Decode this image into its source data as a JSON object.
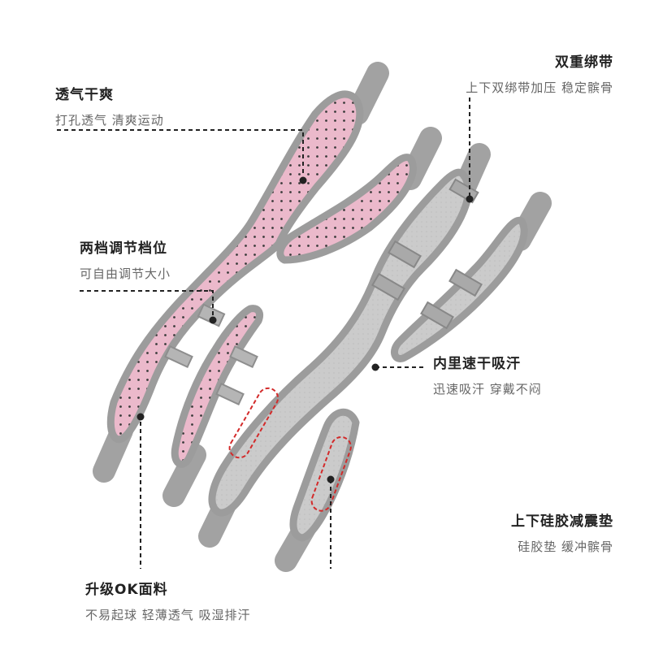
{
  "callouts": {
    "breathable": {
      "title": "透气干爽",
      "subtitle": "打孔透气 清爽运动"
    },
    "two_level": {
      "title": "两档调节档位",
      "subtitle": "可自由调节大小"
    },
    "upgrade_fabric": {
      "title": "升级OK面料",
      "subtitle": "不易起球 轻薄透气 吸湿排汗"
    },
    "double_strap": {
      "title": "双重绑带",
      "subtitle": "上下双绑带加压 稳定髌骨"
    },
    "quick_dry": {
      "title": "内里速干吸汗",
      "subtitle": "迅速吸汗 穿戴不闷"
    },
    "silicone_pad": {
      "title": "上下硅胶减震垫",
      "subtitle": "硅胶垫 缓冲髌骨"
    }
  },
  "colors": {
    "pink_fabric": "#eab7c9",
    "gray_fabric": "#c9c9c9",
    "trim": "#9c9c9c",
    "strap": "#9a9a9a",
    "pad_outline": "#d32a2a"
  }
}
